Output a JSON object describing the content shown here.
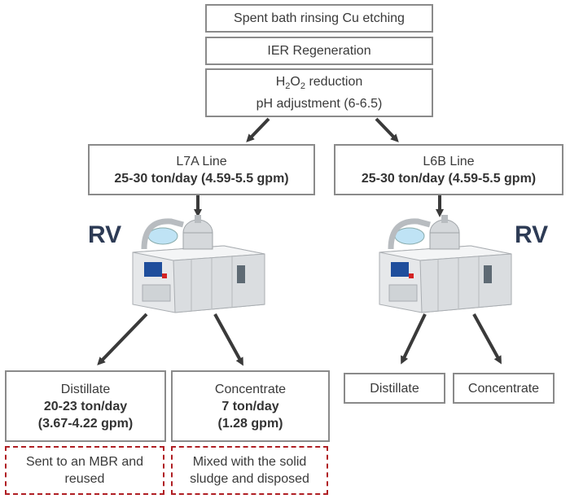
{
  "steps": {
    "step1": "Spent bath rinsing Cu etching",
    "step2": "IER Regeneration",
    "step3_pre": "H",
    "step3_sub1": "2",
    "step3_mid": "O",
    "step3_sub2": "2",
    "step3_post": " reduction",
    "step3_line2": "pH adjustment (6-6.5)"
  },
  "lines": {
    "l7a": {
      "title": "L7A Line",
      "flow": "25-30 ton/day (4.59-5.5 gpm)"
    },
    "l6b": {
      "title": "L6B Line",
      "flow": "25-30 ton/day (4.59-5.5 gpm)"
    }
  },
  "rv": {
    "left": "RV",
    "right": "RV"
  },
  "outputs_left": {
    "distillate": {
      "title": "Distillate",
      "flow1": "20-23 ton/day",
      "flow2": "(3.67-4.22 gpm)",
      "fate": "Sent to an MBR and reused"
    },
    "concentrate": {
      "title": "Concentrate",
      "flow1": "7 ton/day",
      "flow2": "(1.28 gpm)",
      "fate": "Mixed with the solid sludge and disposed"
    }
  },
  "outputs_right": {
    "distillate": "Distillate",
    "concentrate": "Concentrate"
  },
  "colors": {
    "box_border": "#8a8a8a",
    "dashed_border": "#b01f24",
    "arrow": "#3a3a3a",
    "rv_text": "#2d3b55",
    "machine_body": "#e6e8ea",
    "machine_accent": "#1f4e9c",
    "machine_red": "#d42323"
  }
}
